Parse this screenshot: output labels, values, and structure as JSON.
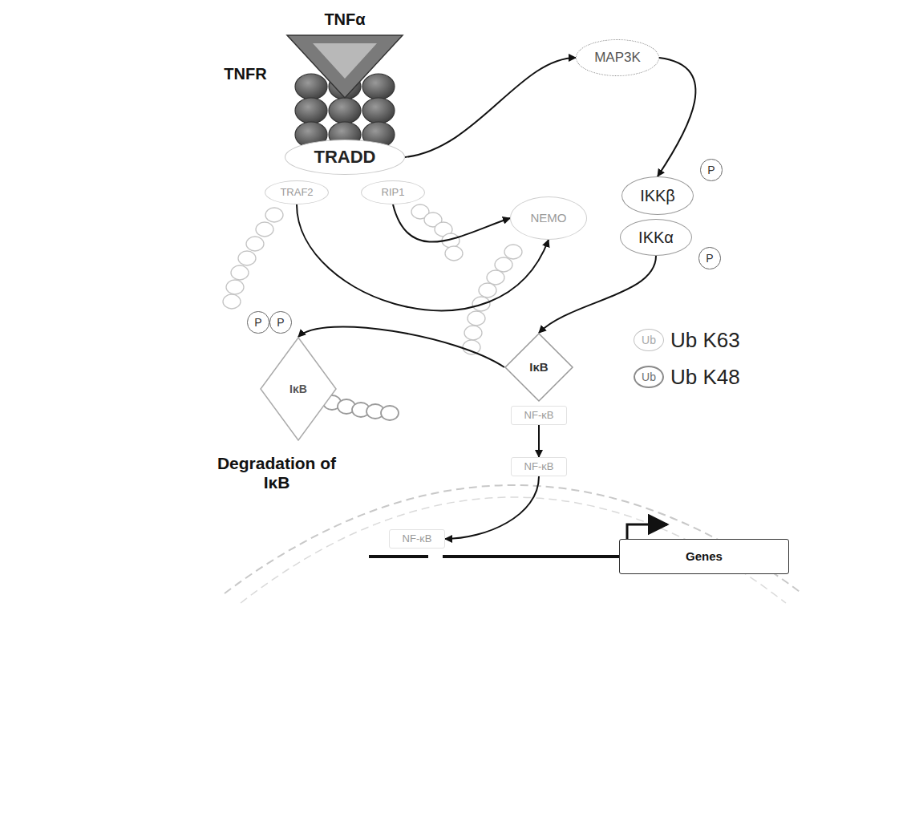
{
  "diagram": {
    "nodes": [
      {
        "text": [
          "TRADD"
        ]
      },
      {
        "text": [
          "TRAF2"
        ]
      },
      {
        "text": [
          "RIP1"
        ]
      },
      {
        "text": [
          "MAP3K"
        ]
      },
      {
        "text": [
          "NEMO"
        ]
      },
      {
        "text": [
          "IKKβ"
        ]
      },
      {
        "text": [
          "P"
        ]
      },
      {
        "text": [
          "IKKα"
        ]
      },
      {
        "text": [
          "P"
        ]
      },
      {
        "text": [
          "P"
        ]
      },
      {
        "text": [
          "P"
        ]
      },
      {
        "text": [
          "IκB"
        ]
      },
      {
        "text": [
          "IκB"
        ]
      },
      {
        "text": [
          "NF-κB"
        ]
      },
      {
        "text": [
          "NF-κB"
        ]
      },
      {
        "text": [
          "NF-κB"
        ]
      },
      {
        "text": [
          "Genes"
        ]
      }
    ],
    "edges": [
      {
        "from": 0,
        "to": 3,
        "arrow": "to"
      },
      {
        "from": 3,
        "to": 5,
        "arrow": "to"
      },
      {
        "from": 1,
        "to": 4,
        "arrow": "to"
      },
      {
        "from": 2,
        "to": 4,
        "arrow": "to"
      },
      {
        "from": 7,
        "to": 12,
        "arrow": "to"
      },
      {
        "from": 12,
        "to": 11,
        "arrow": "to"
      },
      {
        "from": 13,
        "to": 14,
        "arrow": "to"
      },
      {
        "from": 14,
        "to": 15,
        "arrow": "to"
      }
    ],
    "labels": [
      "TNFα",
      "TNFR",
      "Degradation of IκB",
      "Ub",
      "Ub"
    ],
    "legend": [
      {
        "text": "Ub K63"
      },
      {
        "text": "Ub K48"
      }
    ]
  }
}
